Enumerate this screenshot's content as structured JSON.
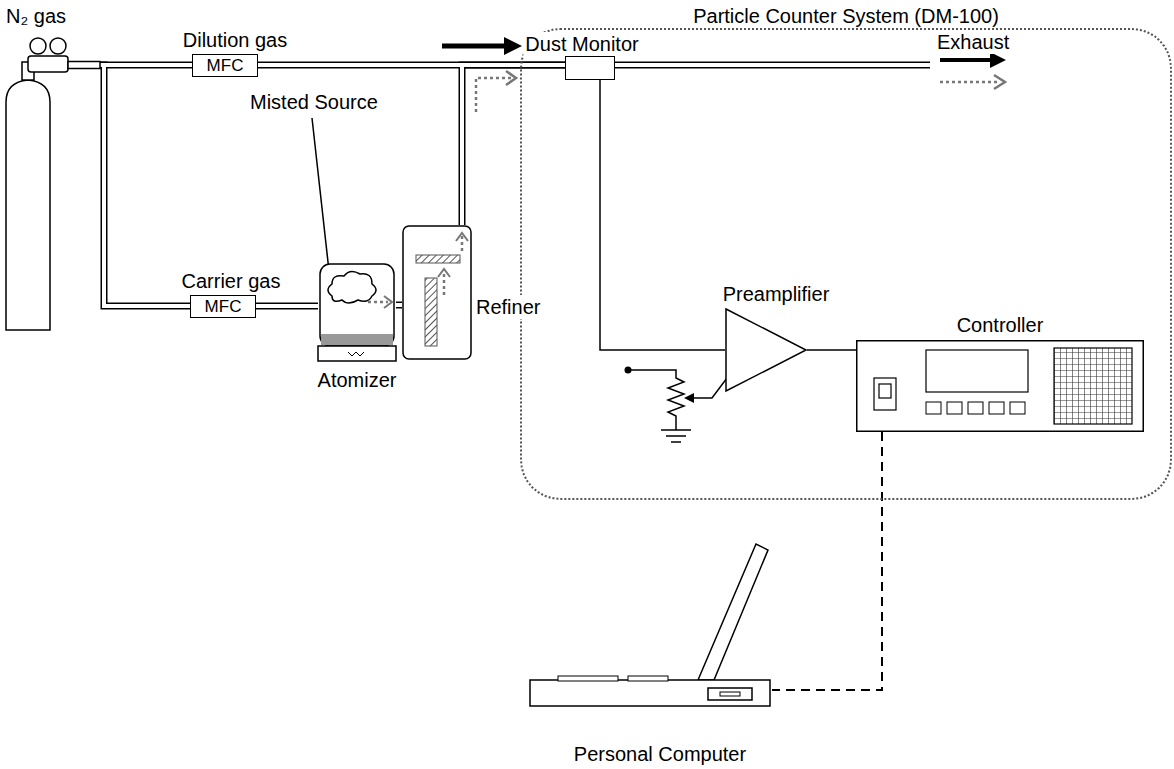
{
  "diagram": {
    "nodes": [
      {
        "text": [
          "Particle Counter System (DM-100)"
        ]
      },
      {
        "text": [
          "N₂ gas"
        ]
      },
      {
        "text": [
          "Dilution gas",
          "MFC"
        ]
      },
      {
        "text": [
          "Carrier gas",
          "MFC"
        ]
      },
      {
        "text": [
          "Atomizer"
        ]
      },
      {
        "text": [
          "Refiner"
        ]
      },
      {
        "text": [
          "Dust Monitor"
        ],
        "in": 0
      },
      {
        "text": [
          "Preamplifier"
        ],
        "in": 0
      },
      {
        "text": [
          "Controller"
        ],
        "in": 0
      },
      {
        "text": [
          "Personal Computer"
        ]
      }
    ],
    "edges": [
      {
        "from": 1,
        "to": 2,
        "arrow": "none"
      },
      {
        "from": 1,
        "to": 3,
        "arrow": "none"
      },
      {
        "from": 3,
        "to": 4,
        "arrow": "none"
      },
      {
        "from": 4,
        "to": 5,
        "arrow": "none"
      },
      {
        "from": 5,
        "to": 6,
        "arrow": "none"
      },
      {
        "from": 2,
        "to": 6,
        "arrow": "none"
      },
      {
        "from": 6,
        "to": 7,
        "arrow": "none"
      },
      {
        "from": 7,
        "to": 8,
        "arrow": "none"
      },
      {
        "from": 8,
        "to": 9,
        "arrow": "none"
      }
    ],
    "labels": [
      "Misted Source",
      "Exhaust"
    ]
  }
}
